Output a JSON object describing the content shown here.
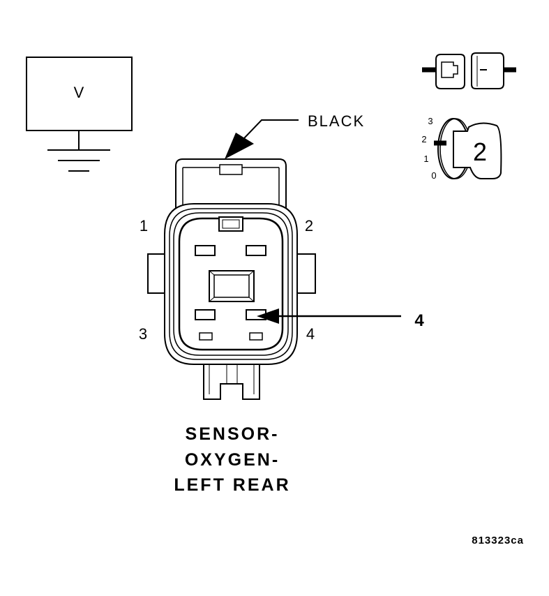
{
  "meter": {
    "label": "V"
  },
  "connector": {
    "color_label": "BLACK",
    "pins": [
      "1",
      "2",
      "3",
      "4"
    ],
    "callout": "4"
  },
  "key_icon": {
    "positions": [
      "3",
      "2",
      "1",
      "0"
    ],
    "selected": "2"
  },
  "caption": {
    "lines": [
      "SENSOR-",
      "OXYGEN-",
      "LEFT REAR"
    ]
  },
  "figure_id": "813323ca"
}
